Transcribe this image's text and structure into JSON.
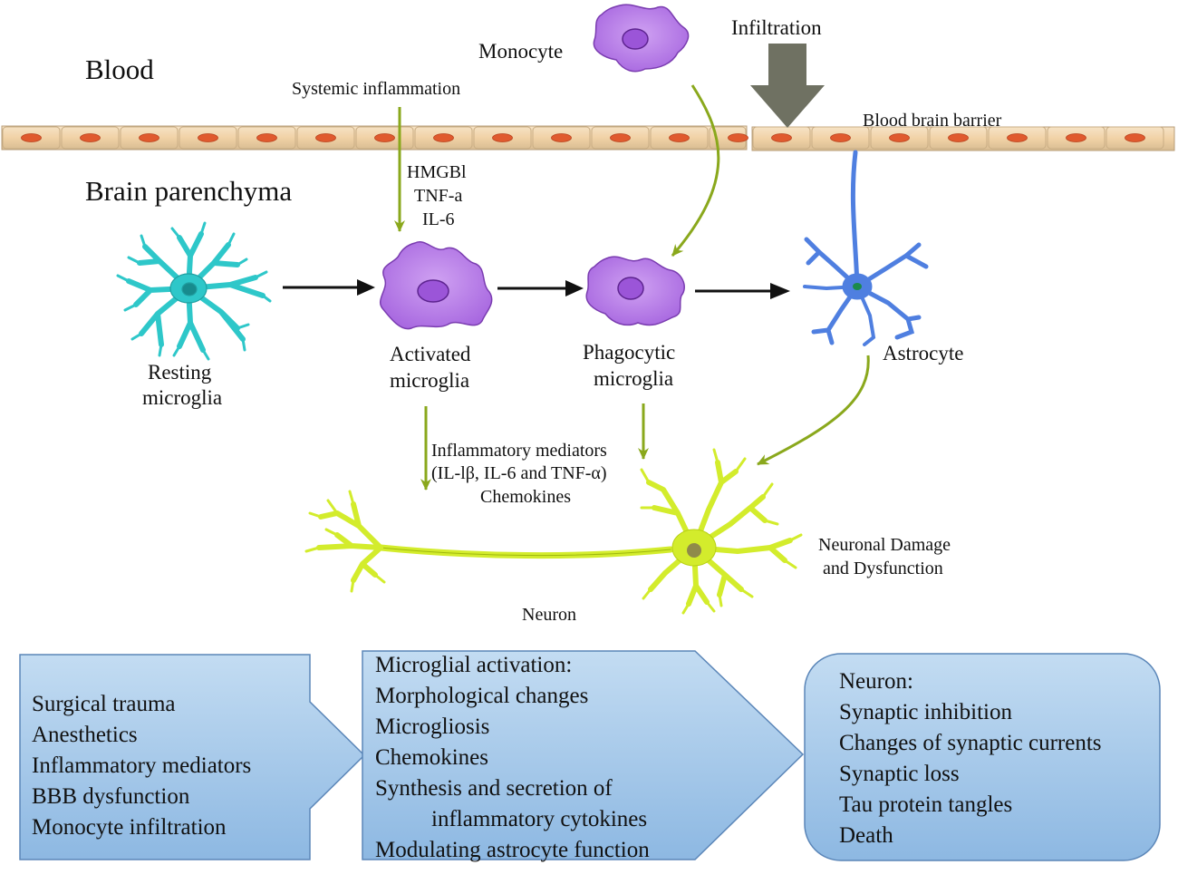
{
  "regions": {
    "blood": "Blood",
    "brain": "Brain parenchyma",
    "bbb": "Blood brain barrier",
    "infiltration": "Infiltration"
  },
  "cells": {
    "monocyte": "Monocyte",
    "resting_1": "Resting",
    "resting_2": "microglia",
    "activated_1": "Activated",
    "activated_2": "microglia",
    "phagocytic_1": "Phagocytic",
    "phagocytic_2": "microglia",
    "astrocyte": "Astrocyte",
    "neuron": "Neuron"
  },
  "labels": {
    "systemic": "Systemic inflammation",
    "cytokines": [
      "HMGBl",
      "TNF-a",
      "IL-6"
    ],
    "mediators": [
      "Inflammatory mediators",
      "(IL-lβ, IL-6 and TNF-α)",
      "Chemokines"
    ],
    "damage": [
      "Neuronal Damage",
      "and Dysfunction"
    ]
  },
  "boxes": {
    "causes": [
      "Surgical trauma",
      "Anesthetics",
      "Inflammatory mediators",
      "BBB dysfunction",
      "Monocyte infiltration"
    ],
    "microglia": [
      "Microglial activation:",
      "Morphological changes",
      "Microgliosis",
      "Chemokines",
      "Synthesis and secretion of",
      "inflammatory cytokines",
      "Modulating astrocyte function"
    ],
    "neuron": [
      "Neuron:",
      "Synaptic inhibition",
      "Changes of synaptic currents",
      "Synaptic loss",
      "Tau protein tangles",
      "Death"
    ]
  },
  "colors": {
    "arrow_green": "#8aa81c",
    "resting_cell": "#2ec7c9",
    "microglia_cell": "#b57be6",
    "astrocyte_cell": "#4f7fe0",
    "neuron_cell": "#d3ec2c",
    "box_fill": "#9cc2e6",
    "infiltration_arrow": "#6f7162"
  }
}
